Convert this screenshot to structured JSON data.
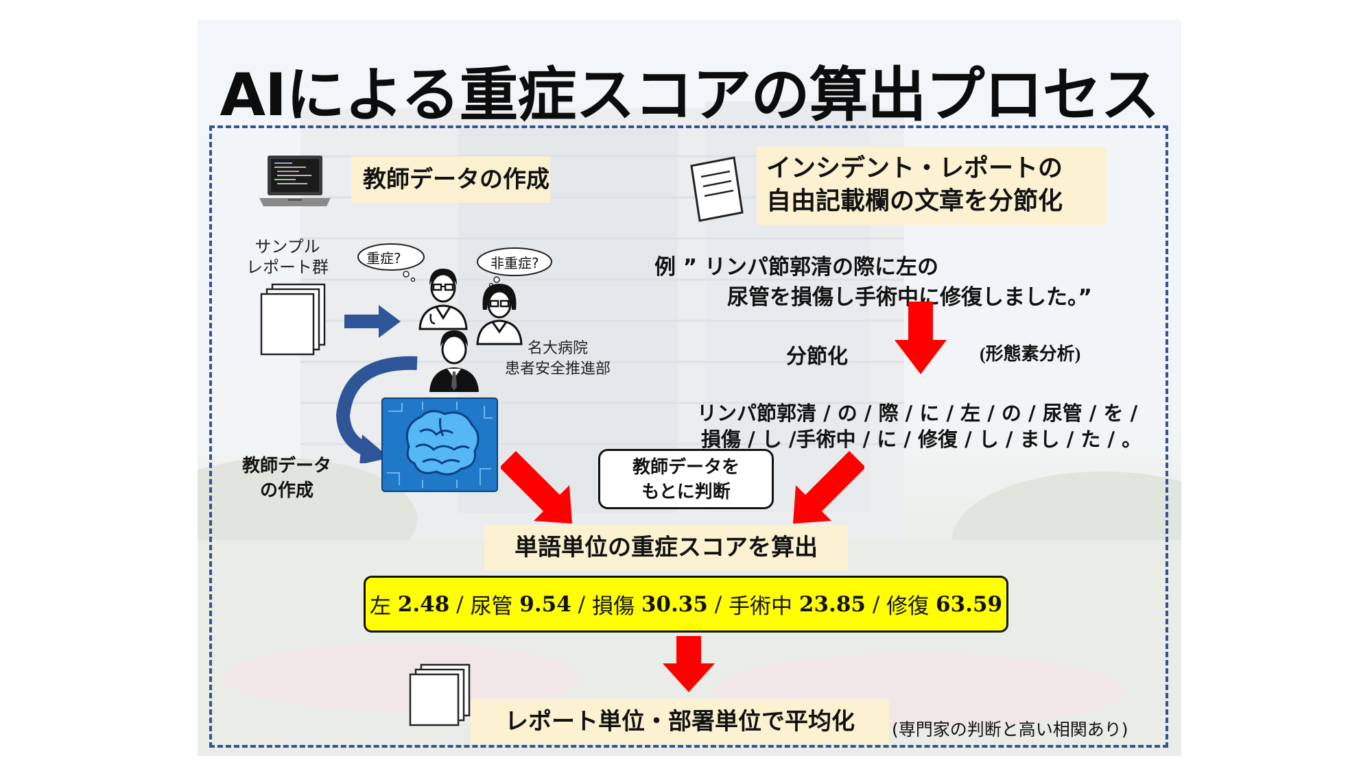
{
  "title": "AIによる重症スコアの算出プロセス",
  "left_panel": {
    "heading": "教師データの作成",
    "sample_reports_label_1": "サンプル",
    "sample_reports_label_2": "レポート群",
    "bubble_severe": "重症?",
    "bubble_non_severe": "非重症?",
    "dept_label_1": "名大病院",
    "dept_label_2": "患者安全推進部",
    "ai_label_1": "教師データ",
    "ai_label_2": "の作成"
  },
  "right_panel": {
    "heading_line1": "インシデント・レポートの",
    "heading_line2": "自由記載欄の文章を分節化",
    "example_line1": "例 ” リンパ節郭清の際に左の",
    "example_line2": "尿管を損傷し手術中に修復しました。”",
    "segment_label": "分節化",
    "morph_label": "(形態素分析)",
    "segmented_line1": "リンパ節郭清 / の / 際 / に / 左 / の / 尿管 / を /",
    "segmented_line2": "損傷 / し /手術中 / に / 修復 / し / まし / た / 。"
  },
  "judge_box": {
    "line1": "教師データを",
    "line2": "もとに判断"
  },
  "score_heading": "単語単位の重症スコアを算出",
  "scores": [
    {
      "word": "左",
      "value": "2.48"
    },
    {
      "word": "尿管",
      "value": "9.54"
    },
    {
      "word": "損傷",
      "value": "30.35"
    },
    {
      "word": "手術中",
      "value": "23.85"
    },
    {
      "word": "修復",
      "value": "63.59"
    }
  ],
  "average_heading": "レポート単位・部署単位で平均化",
  "correlation_note": "(専門家の判断と高い相関あり)",
  "colors": {
    "frame": "#2f5597",
    "highlight": "#fdf1ce",
    "score_box": "#ffff00",
    "arrow_red": "#ff0000",
    "arrow_blue": "#2e5597",
    "brain_bg": "#1f78c8"
  }
}
